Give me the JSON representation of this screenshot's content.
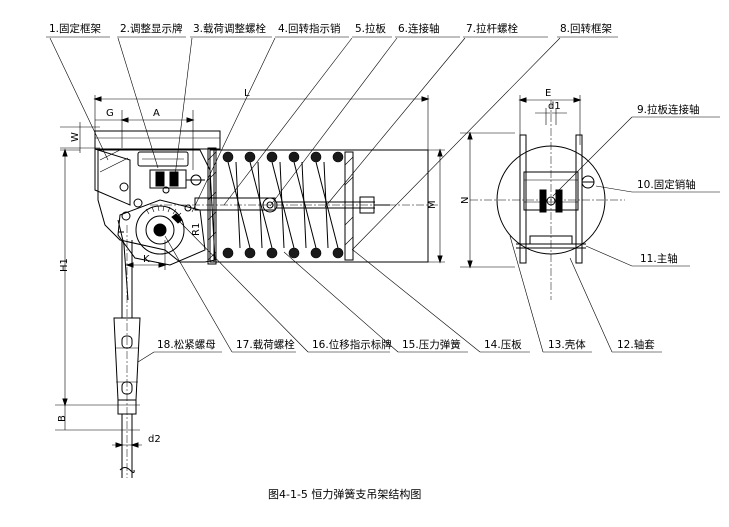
{
  "caption": "图4-1-5   恒力弹簧支吊架结构图",
  "labels": [
    "1.固定框架",
    "2.调整显示牌",
    "3.载荷调整螺栓",
    "4.回转指示销",
    "5.拉板",
    "6.连接轴",
    "7.拉杆螺栓",
    "8.回转框架",
    "9.拉板连接轴",
    "10.固定销轴",
    "11.主轴",
    "12.轴套",
    "13.壳体",
    "14.压板",
    "15.压力弹簧",
    "16.位移指示标牌",
    "17.载荷螺栓",
    "18.松紧螺母"
  ],
  "dimensions": {
    "G": "G",
    "A": "A",
    "L": "L",
    "W": "W",
    "M": "M",
    "N": "N",
    "E": "E",
    "d1": "d1",
    "d2": "d2",
    "K": "K",
    "R1": "R1",
    "H1": "H1",
    "B": "B"
  },
  "diagram_parts": [
    "fixed-frame",
    "adjustment-plate",
    "load-adjustment-bolt",
    "rotation-pin",
    "pull-plate",
    "connecting-shaft",
    "pull-rod-bolt",
    "rotating-frame",
    "pull-plate-shaft",
    "fixed-pin-shaft",
    "main-shaft",
    "shaft-sleeve",
    "housing",
    "pressure-plate",
    "compression-spring",
    "displacement-indicator",
    "load-bolt",
    "turnbuckle"
  ]
}
